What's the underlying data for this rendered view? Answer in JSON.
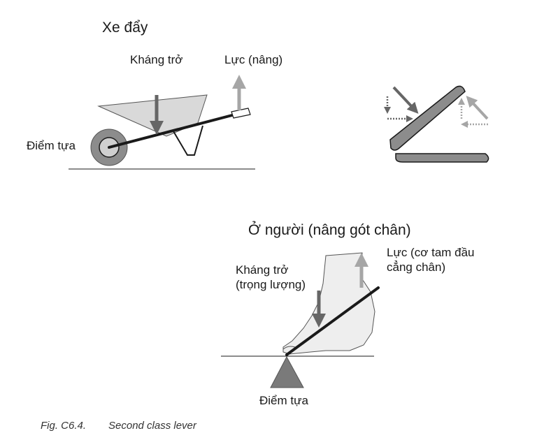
{
  "wheelbarrow": {
    "title": "Xe đẩy",
    "resistance_label": "Kháng trở",
    "force_label": "Lực (nâng)",
    "fulcrum_label": "Điểm tựa"
  },
  "human": {
    "title": "Ở người (nâng gót chân)",
    "resistance_label_line1": "Kháng trở",
    "resistance_label_line2": "(trọng lượng)",
    "force_label_line1": "Lực (cơ tam đầu",
    "force_label_line2": "cẳng chân)",
    "fulcrum_label": "Điểm tựa"
  },
  "caption": {
    "figure_number": "Fig. C6.4.",
    "figure_title": "Second class lever"
  },
  "colors": {
    "line": "#1a1a1a",
    "bucket_fill": "#d9d9d9",
    "wheel_outer": "#8c8c8c",
    "wheel_inner": "#cfcfcf",
    "arrow_dark": "#666666",
    "arrow_light": "#a6a6a6",
    "fulcrum_triangle": "#7a7a7a",
    "foot_fill": "#eeeeee"
  }
}
